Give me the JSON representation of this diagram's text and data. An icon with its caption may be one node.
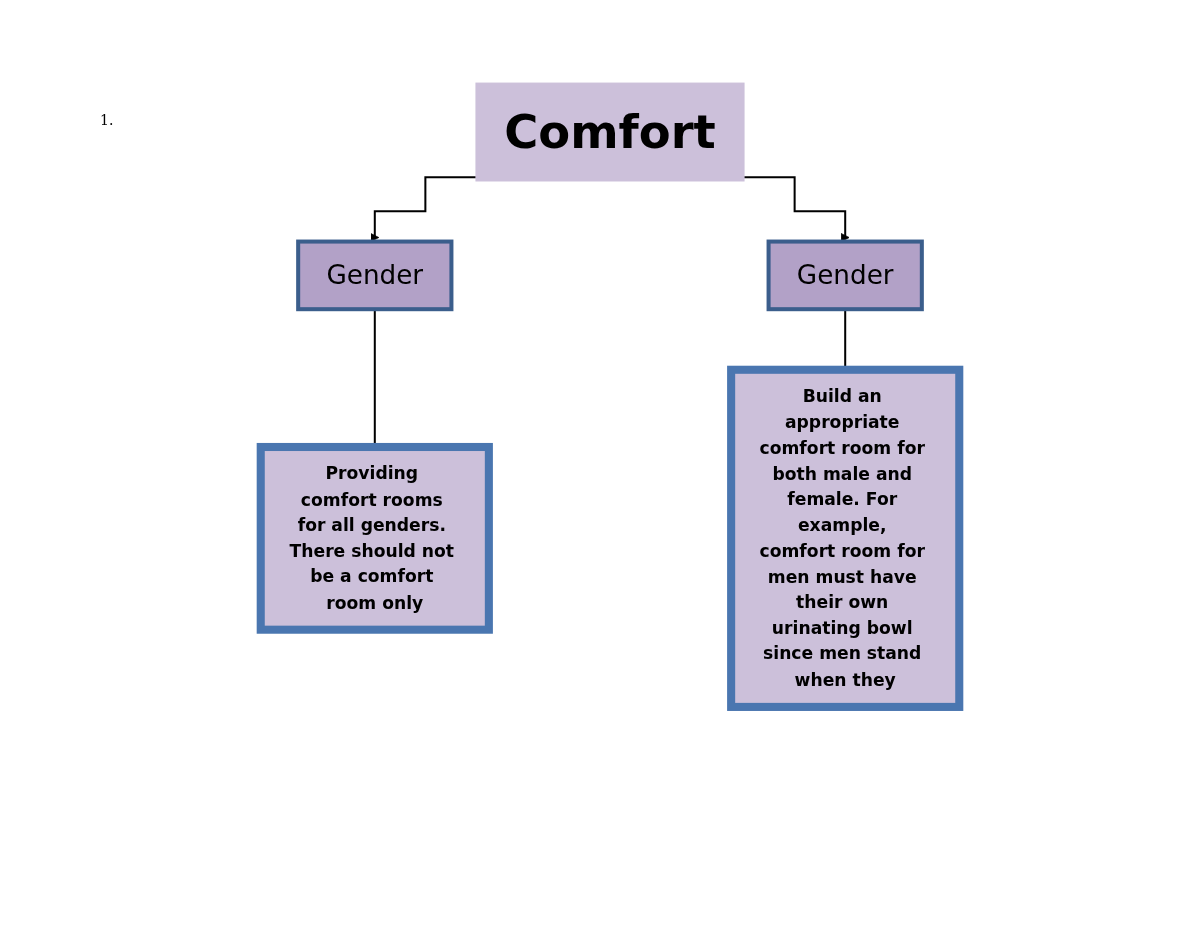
{
  "diagram": {
    "nodes": [
      {
        "text": [
          "Comfort"
        ]
      },
      {
        "text": [
          "Gender"
        ]
      },
      {
        "text": [
          "Providing comfort rooms for all genders. There should not be a comfort room only"
        ]
      },
      {
        "text": [
          "Gender"
        ]
      },
      {
        "text": [
          "Build an appropriate comfort room for both male and female. For example, comfort room for men must have their own urinating bowl since men stand when they"
        ]
      }
    ],
    "edges": [
      {
        "from": 0,
        "to": 1,
        "arrow": "to"
      },
      {
        "from": 0,
        "to": 3,
        "arrow": "to"
      },
      {
        "from": 1,
        "to": 2,
        "arrow": "none"
      },
      {
        "from": 3,
        "to": 4,
        "arrow": "none"
      }
    ],
    "labels": [
      "1."
    ]
  }
}
